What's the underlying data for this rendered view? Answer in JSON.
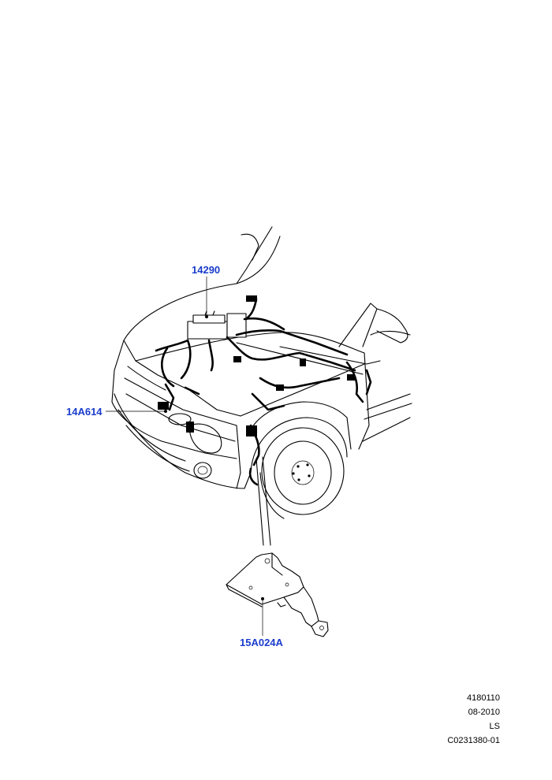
{
  "callouts": {
    "harness": "14290",
    "module": "14A614",
    "bracket": "15A024A"
  },
  "meta": {
    "line1": "4180110",
    "line2": "08-2010",
    "line3": "LS",
    "line4": "C0231380-01"
  },
  "colors": {
    "callout": "#1a3ccc",
    "line": "#000000",
    "background": "#ffffff"
  }
}
